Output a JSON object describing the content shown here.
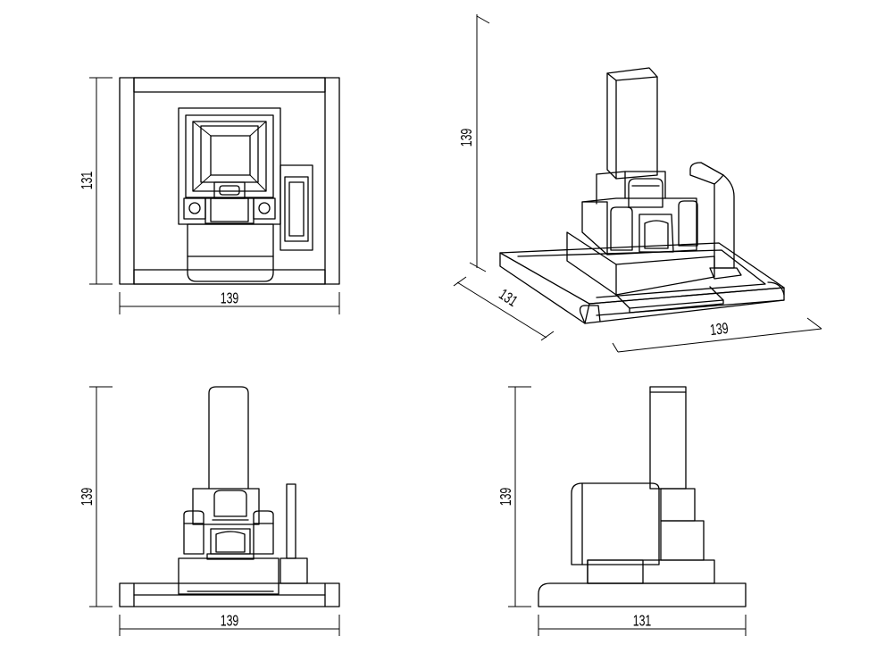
{
  "drawing": {
    "background": "#ffffff",
    "line_color": "#000000",
    "views": {
      "top": {
        "width_label": "139",
        "depth_label": "131"
      },
      "isometric": {
        "height_label": "139",
        "depth_label": "131",
        "width_label": "139"
      },
      "front": {
        "height_label": "139",
        "width_label": "139"
      },
      "side": {
        "height_label": "139",
        "depth_label": "131"
      }
    }
  }
}
